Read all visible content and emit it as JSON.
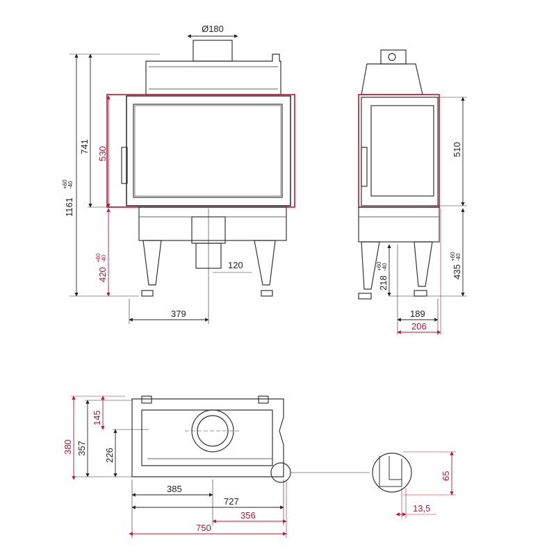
{
  "colors": {
    "drawing": "#333333",
    "accent_red": "#c8102e",
    "dimension": "#222222"
  },
  "front_view": {
    "flue_diameter": "Ø180",
    "height_total": "1161",
    "height_tolerance_plus": "+60",
    "height_tolerance_minus": "-40",
    "height_741": "741",
    "height_530": "530",
    "height_420": "420",
    "height_420_tol_plus": "+60",
    "height_420_tol_minus": "-40",
    "offset_120": "120",
    "width_379": "379"
  },
  "side_view": {
    "height_510": "510",
    "height_435": "435",
    "height_435_tol_plus": "+60",
    "height_435_tol_minus": "-40",
    "height_218": "218",
    "height_218_tol_plus": "+60",
    "height_218_tol_minus": "-40",
    "depth_189": "189",
    "depth_206": "206"
  },
  "top_view": {
    "depth_380": "380",
    "depth_357": "357",
    "depth_145": "145",
    "depth_226": "226",
    "width_385": "385",
    "width_727": "727",
    "width_356": "356",
    "width_750": "750"
  },
  "detail_view": {
    "dim_65": "65",
    "dim_13_5": "13,5"
  }
}
